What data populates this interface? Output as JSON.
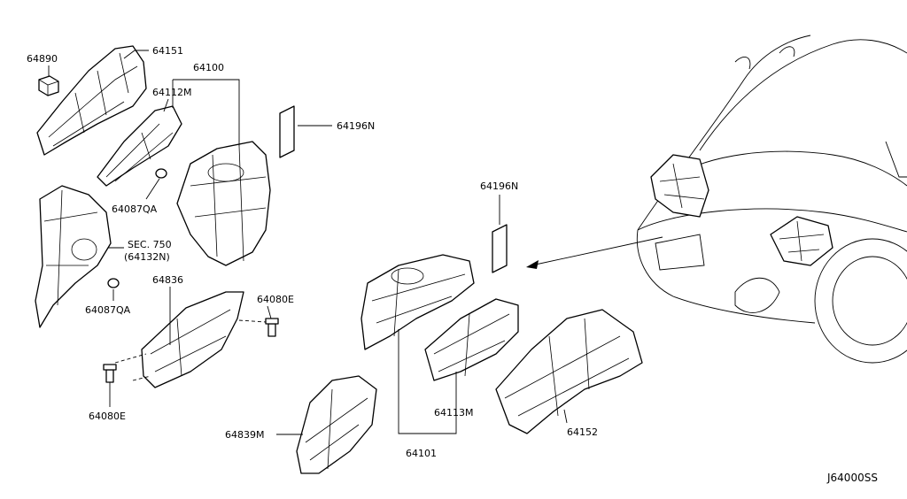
{
  "diagram": {
    "callouts": {
      "p64890": "64890",
      "p64151": "64151",
      "p64100": "64100",
      "p64112M": "64112M",
      "p64196N_top": "64196N",
      "p64087QA_upper": "64087QA",
      "sec750_line1": "SEC. 750",
      "sec750_line2": "(64132N)",
      "p64087QA_lower": "64087QA",
      "p64836": "64836",
      "p64080E_right": "64080E",
      "p64080E_left": "64080E",
      "p64839M": "64839M",
      "p64196N_mid": "64196N",
      "p64113M": "64113M",
      "p64101": "64101",
      "p64152": "64152"
    },
    "diagram_code": "J64000SS"
  }
}
